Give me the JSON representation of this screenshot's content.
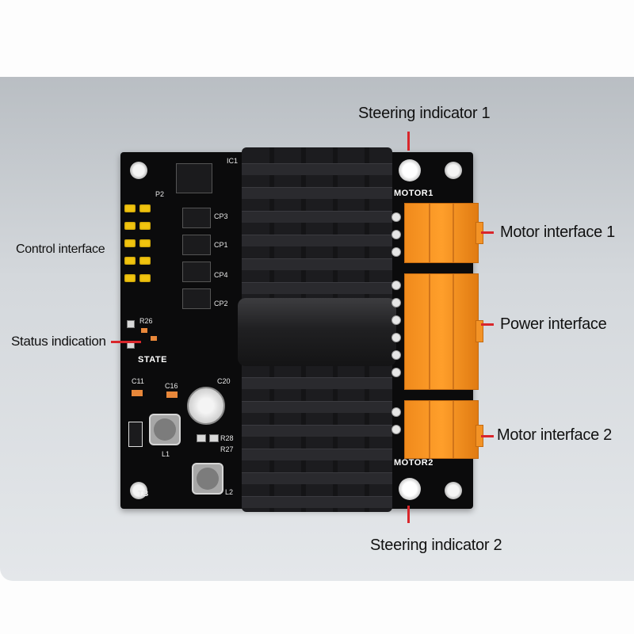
{
  "labels": {
    "steering_indicator_1": "Steering indicator 1",
    "steering_indicator_2": "Steering indicator 2",
    "motor_interface_1": "Motor interface 1",
    "power_interface": "Power interface",
    "motor_interface_2": "Motor interface 2",
    "control_interface": "Control interface",
    "status_indication": "Status indication"
  },
  "silkscreen": {
    "motor1": "MOTOR1",
    "motor2": "MOTOR2",
    "state": "STATE",
    "ic1": "IC1",
    "p2": "P2",
    "l1": "L1",
    "l2": "L2",
    "c11": "C11",
    "c16": "C16",
    "c20": "C20",
    "r26": "R26",
    "r28": "R28",
    "r27": "R27",
    "cp3": "CP3",
    "cp1": "CP1",
    "cp4": "CP4",
    "cp2": "CP2"
  },
  "colors": {
    "terminal_orange": "#f5921e",
    "leader_line_red": "#d9262b",
    "board_black": "#0b0b0c"
  }
}
